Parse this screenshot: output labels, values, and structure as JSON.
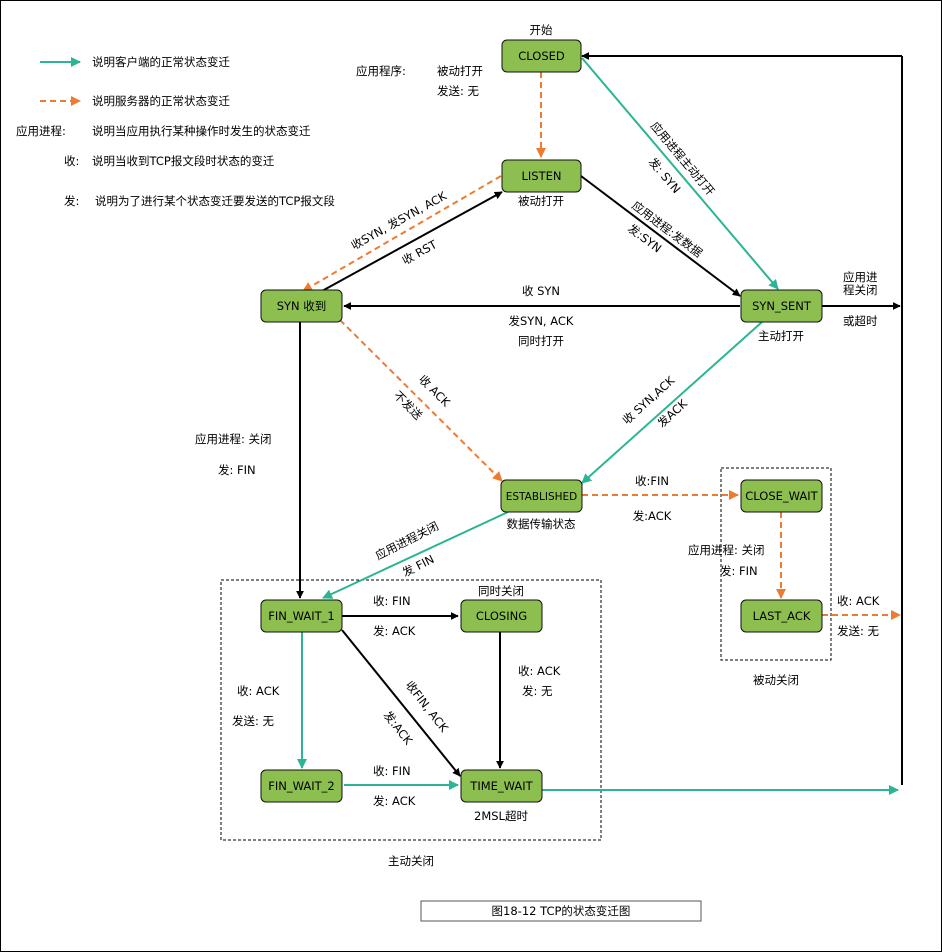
{
  "colors": {
    "state_fill": "#8cbf50",
    "client_arrow": "#2bb594",
    "server_arrow": "#ee7b32",
    "normal_arrow": "#000000"
  },
  "legend": {
    "client": "说明客户端的正常状态变迁",
    "server": "说明服务器的正常状态变迁",
    "app_key": "应用进程:",
    "app_desc": "说明当应用执行某种操作时发生的状态变迁",
    "recv_key": "收:",
    "recv_desc": "说明当收到TCP报文段时状态的变迁",
    "send_key": "发:",
    "send_desc": "说明为了进行某个状态变迁要发送的TCP报文段"
  },
  "states": {
    "closed": "CLOSED",
    "listen": "LISTEN",
    "syn_rcvd": "SYN 收到",
    "syn_sent": "SYN_SENT",
    "established": "ESTABLISHED",
    "close_wait": "CLOSE_WAIT",
    "last_ack": "LAST_ACK",
    "fin_wait_1": "FIN_WAIT_1",
    "closing": "CLOSING",
    "fin_wait_2": "FIN_WAIT_2",
    "time_wait": "TIME_WAIT"
  },
  "labels": {
    "start": "开始",
    "app_program": "应用程序:",
    "passive_open_cmd": "被动打开",
    "send_none": "发送: 无",
    "passive_open": "被动打开",
    "active_open_cmd": "应用进程主动打开",
    "send_syn": "发: SYN",
    "app_send_data": "应用进程:发数据",
    "send_syn2": "发:SYN",
    "recv_syn_send_synack": "收SYN, 发SYN, ACK",
    "recv_rst": "收 RST",
    "recv_syn": "收 SYN",
    "send_syn_ack": "发SYN, ACK",
    "simul_open": "同时打开",
    "active_open": "主动打开",
    "app_close_timeout_1": "应用进",
    "app_close_timeout_2": "程关闭",
    "or_timeout": "或超时",
    "recv_ack": "收 ACK",
    "no_send": "不发送",
    "recv_synack": "收 SYN,ACK",
    "send_ack": "发ACK",
    "app_close": "应用进程: 关闭",
    "send_fin": "发: FIN",
    "recv_fin": "收:FIN",
    "send_ack2": "发:ACK",
    "data_transfer": "数据传输状态",
    "app_close2": "应用进程关闭",
    "send_fin2": "发 FIN",
    "app_close3": "应用进程: 关闭",
    "send_fin3": "发: FIN",
    "recv_ack2": "收: ACK",
    "send_none2": "发送: 无",
    "passive_close": "被动关闭",
    "simul_close": "同时关闭",
    "recv_fin2": "收: FIN",
    "send_ack3": "发: ACK",
    "recv_ack3": "收: ACK",
    "send_none3": "发: 无",
    "recv_ack4": "收: ACK",
    "send_none4": "发送: 无",
    "recv_fin_ack": "收FIN, ACK",
    "send_ack4": "发:ACK",
    "recv_fin3": "收: FIN",
    "send_ack5": "发: ACK",
    "msl_timeout": "2MSL超时",
    "active_close": "主动关闭"
  },
  "caption": "图18-12 TCP的状态变迁图"
}
